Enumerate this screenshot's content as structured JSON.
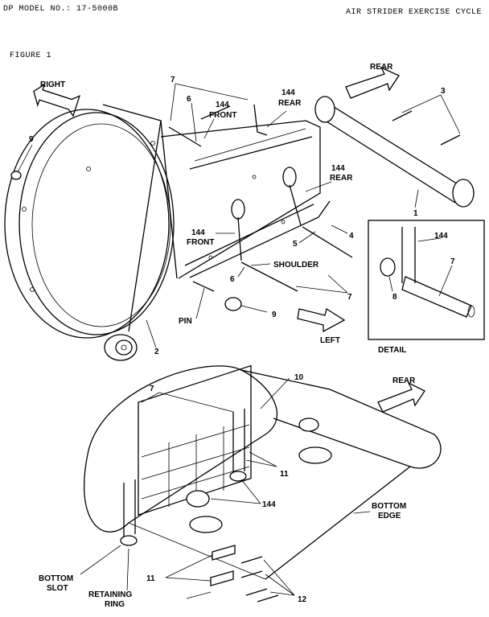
{
  "header": {
    "model": "DP MODEL NO.:  17-5000B",
    "product": "AIR STRIDER EXERCISE CYCLE",
    "figure": "FIGURE 1"
  },
  "arrows": {
    "right": "RIGHT",
    "rear_top": "REAR",
    "left": "LEFT",
    "rear_bottom": "REAR"
  },
  "callouts": {
    "c7_top": "7",
    "c6_top": "6",
    "c144_front_top_num": "144",
    "c144_front_top_word": "FRONT",
    "c144_rear_top_num": "144",
    "c144_rear_top_word": "REAR",
    "c3": "3",
    "c9_left": "9",
    "c144_rear_mid_num": "144",
    "c144_rear_mid_word": "REAR",
    "c1": "1",
    "c144_front_mid_num": "144",
    "c144_front_mid_word": "FRONT",
    "c4": "4",
    "c5": "5",
    "shoulder": "SHOULDER",
    "c6_mid": "6",
    "c7_mid": "7",
    "pin": "PIN",
    "c9_bottom": "9",
    "c2": "2",
    "c7_lower": "7",
    "c10": "10",
    "c11_right": "11",
    "c144_lower": "144",
    "bottom_edge_1": "BOTTOM",
    "bottom_edge_2": "EDGE",
    "bottom_slot_1": "BOTTOM",
    "bottom_slot_2": "SLOT",
    "retaining_ring_1": "RETAINING",
    "retaining_ring_2": "RING",
    "c11_left": "11",
    "c12": "12"
  },
  "detail": {
    "c144": "144",
    "c7": "7",
    "c8": "8",
    "caption": "DETAIL"
  }
}
